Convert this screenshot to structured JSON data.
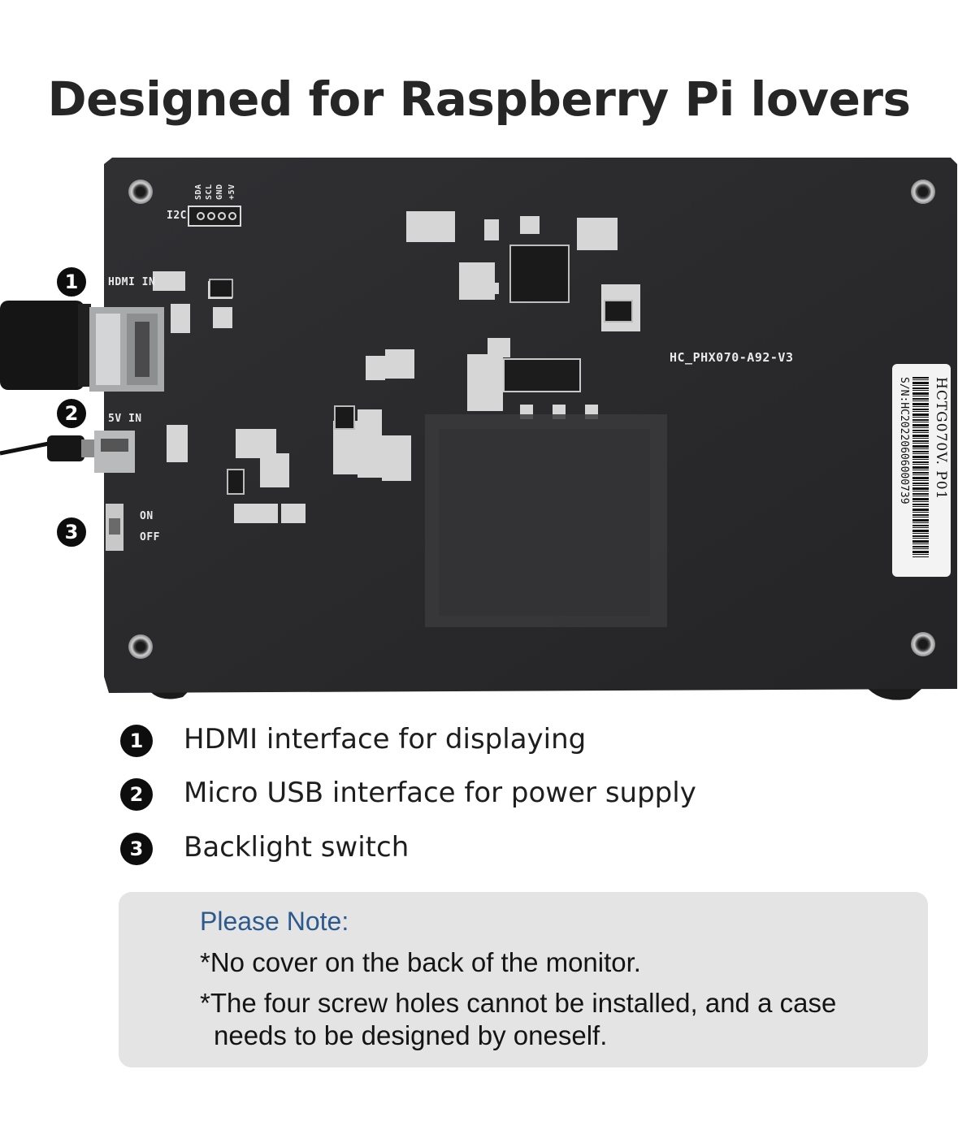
{
  "headline": "Designed for Raspberry Pi lovers",
  "board": {
    "silkscreen": {
      "i2c": "I2C",
      "i2c_pins": [
        "+5V",
        "GND",
        "SCL",
        "SDA"
      ],
      "hdmi_in": "HDMI IN",
      "power_in": "5V IN",
      "switch_on": "ON",
      "switch_off": "OFF",
      "model": "HC_PHX070-A92-V3"
    },
    "sticker": {
      "model": "HCTG070V. P01",
      "serial": "S/N:HC20220606000739"
    },
    "callouts": [
      "1",
      "2",
      "3"
    ]
  },
  "features": [
    {
      "number": "1",
      "text": "HDMI interface for displaying"
    },
    {
      "number": "2",
      "text": "Micro USB interface for power supply"
    },
    {
      "number": "3",
      "text": "Backlight switch"
    }
  ],
  "note": {
    "title": "Please Note:",
    "lines": [
      "*No cover on the back of the monitor.",
      "*The four screw holes cannot be installed, and a case",
      "needs to be designed by oneself."
    ]
  },
  "colors": {
    "board": "#2b2b2d",
    "note_background": "#e4e4e4",
    "note_title": "#2c5a8c",
    "badge": "#0d0d0d"
  }
}
